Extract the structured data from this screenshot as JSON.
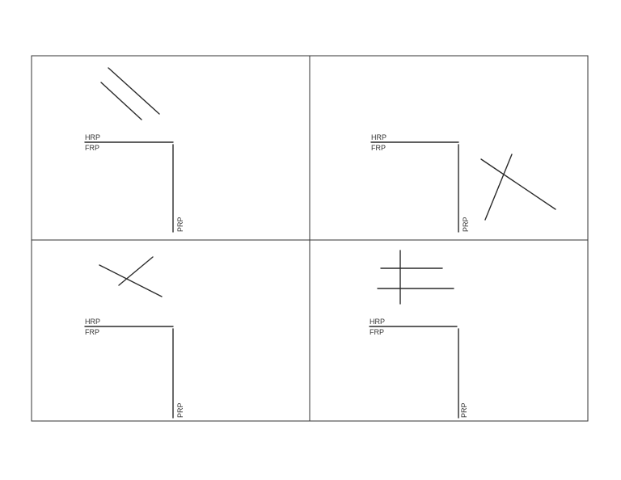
{
  "panels": [
    {
      "hrp": "HRP",
      "frp": "FRP",
      "prp": "PRP"
    },
    {
      "hrp": "HRP",
      "frp": "FRP",
      "prp": "PRP"
    },
    {
      "hrp": "HRP",
      "frp": "FRP",
      "prp": "PRP"
    },
    {
      "hrp": "HRP",
      "frp": "FRP",
      "prp": "PRP"
    }
  ]
}
